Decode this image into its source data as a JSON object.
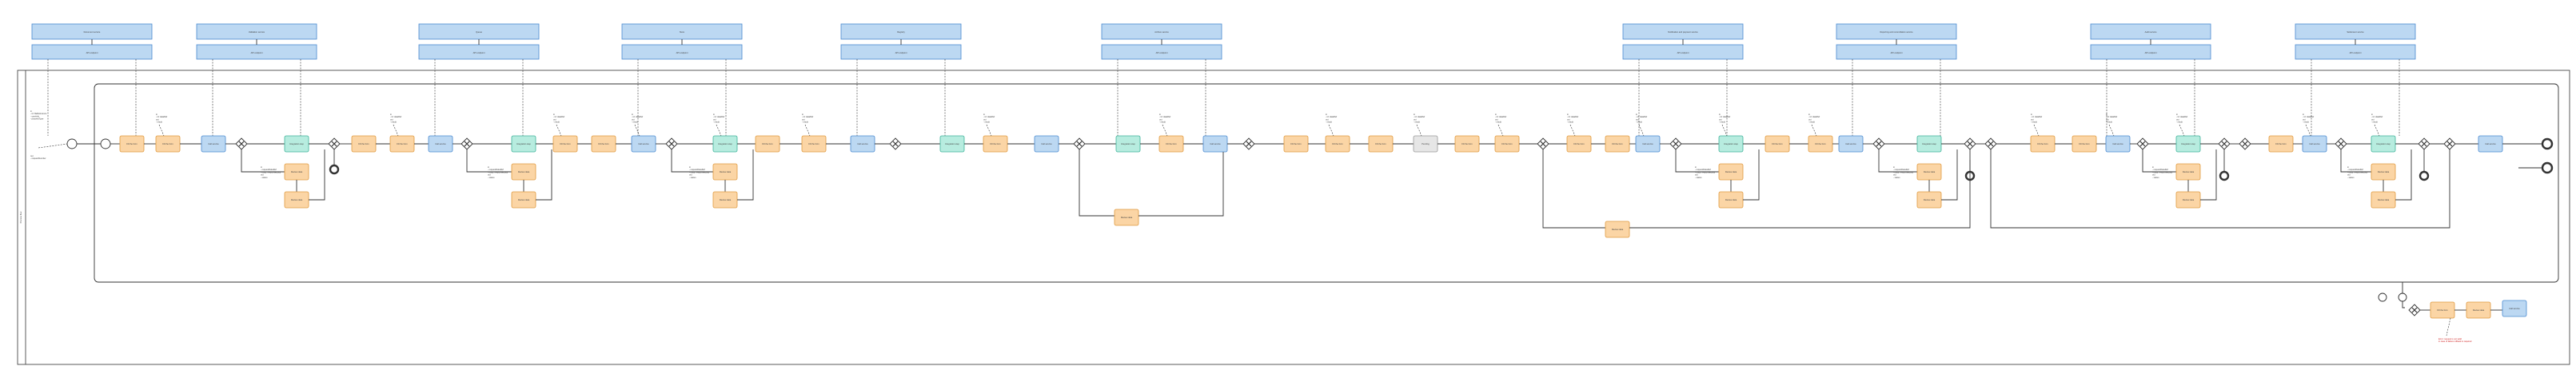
{
  "diagram": {
    "pool_label": "Process flow",
    "colors": {
      "line": "#333333",
      "system_fill": "#bcd8f2",
      "system_stroke": "#4a8ad0",
      "user_task_fill": "#fbd5a5",
      "user_task_stroke": "#e09a40",
      "service_fill": "#b7ecdf",
      "service_stroke": "#3fb39a",
      "gray_fill": "#e6e6e6",
      "note_red": "#d02020"
    },
    "systems": [
      {
        "top": "Document service",
        "bottom": "API endpoint"
      },
      {
        "top": "Validation service",
        "bottom": "API endpoint"
      },
      {
        "top": "Queue",
        "bottom": "API endpoint"
      },
      {
        "top": "Store",
        "bottom": "API endpoint"
      },
      {
        "top": "Registry",
        "bottom": "API endpoint"
      },
      {
        "top": "Archive service",
        "bottom": "API endpoint"
      },
      {
        "top": "Notification and payment service",
        "bottom": "API endpoint"
      },
      {
        "top": "Reporting and reconciliation service",
        "bottom": "API endpoint"
      },
      {
        "top": "Audit service",
        "bottom": "API endpoint"
      },
      {
        "top": "Settlement service",
        "bottom": "API endpoint"
      }
    ],
    "annotations": {
      "start_note": "in\n- id: fileReference\n- userInfo\n- processType",
      "left_note": "out\n- requestNumber",
      "task_note": "in\n- id: dataRef\nout\n- result",
      "service_note": "in\n- requestDataRef\n- body: responseBody\nout\n- status",
      "error_note": "Error: request is not valid\nin case of failure rollback is required"
    },
    "tasks": {
      "user": "Fill the form",
      "system": "Call service",
      "service": "Integration step",
      "sub": "Review data",
      "gray": "Pending"
    }
  }
}
